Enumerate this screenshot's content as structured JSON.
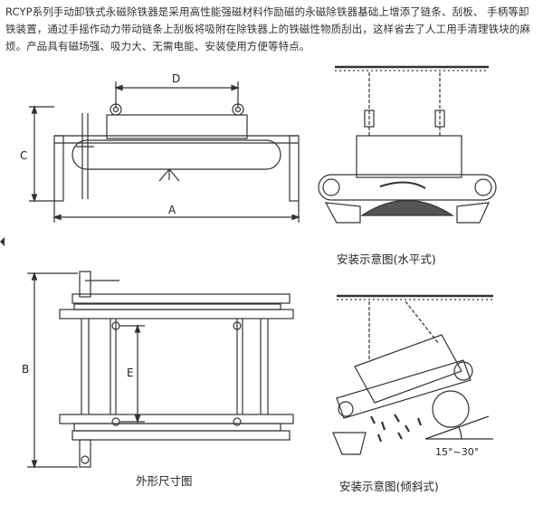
{
  "intro_text": "RCYP系列手动卸铁式永磁除铁器是采用高性能强磁材料作励磁的永磁除铁器基础上增添了链条、刮板、 手柄等卸铁装置，通过手摇作动力带动链条上刮板将吸附在除铁器上的铁磁性物质刮出，这样省去了人工用手清理铁块的麻烦。产品具有磁场强、吸力大、无需电能、安装使用方便等特点。",
  "dimension_labels": {
    "A": "A",
    "B": "B",
    "C": "C",
    "D": "D",
    "E": "E"
  },
  "captions": {
    "horizontal_install": "安装示意图(水平式)",
    "outline_dimensions": "外形尺寸图",
    "inclined_install": "安装示意图(倾斜式)"
  },
  "angle_label": "15°~30°",
  "icons": {
    "left_edge": "left-arrow-icon"
  }
}
